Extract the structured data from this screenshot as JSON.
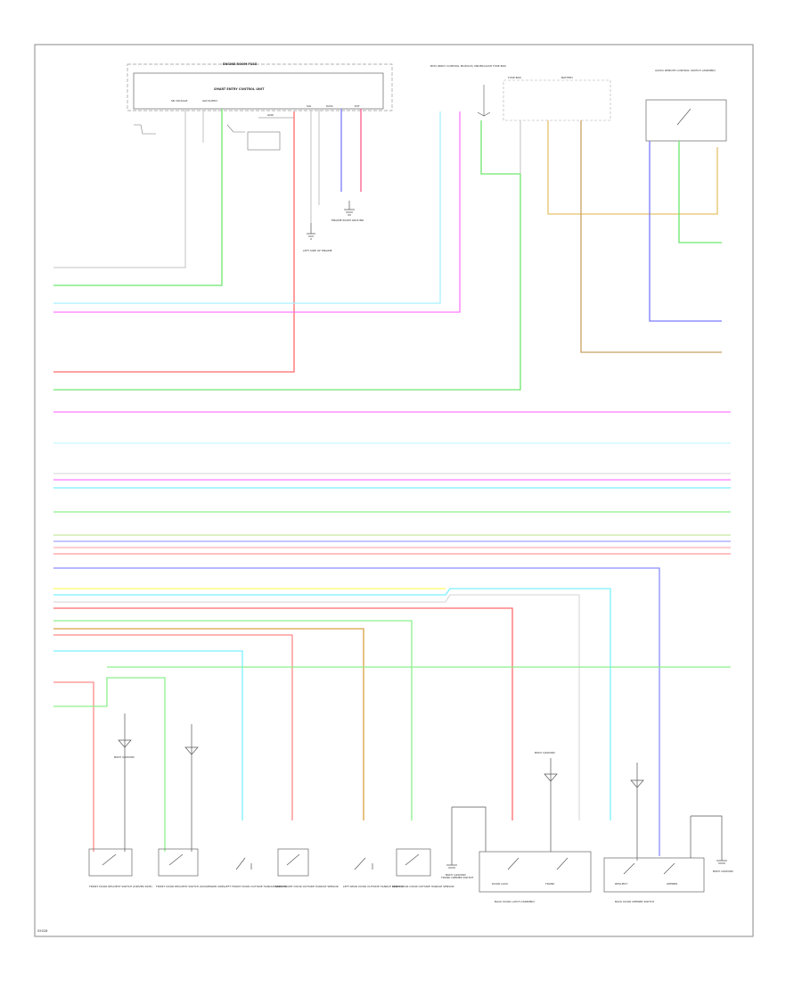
{
  "diagram": {
    "footer_code": "S5028",
    "blocks": {
      "engine_room_fuse": "ENGINE ROOM FUSE",
      "control_unit": "SMART ENTRY CONTROL UNIT",
      "top_left_pins": [
        "SB VOLTAGE",
        "IGN SUPPLY",
        "GND",
        "SIG",
        "DATA",
        "EXT"
      ],
      "ground_left": "LEFT SIDE OF ENGINE",
      "ground_mid": "ENGINE ROOM GROUND",
      "center_top": "BCM (BODY CONTROL MODULE) UNDER-DASH FUSE BOX",
      "fuse_top": "FUSE BOX",
      "fuse_top2": "BATTERY",
      "top_right": "AUDIO REMOTE CONTROL SWITCH ASSEMBLY"
    },
    "bottom_components": [
      "FRONT DOOR REQUEST SWITCH (DRIVER SIDE)",
      "FRONT DOOR REQUEST SWITCH (PASSENGER SIDE)",
      "LEFT FRONT DOOR OUTSIDE HANDLE SENSOR",
      "RIGHT FRONT DOOR OUTSIDE HANDLE SENSOR",
      "LEFT REAR DOOR OUTSIDE HANDLE SENSOR",
      "RIGHT REAR DOOR OUTSIDE HANDLE SENSOR",
      "TRUNK OPENER SWITCH",
      "BACK DOOR LATCH ASSEMBLY",
      "BACK DOOR OPENER SWITCH"
    ],
    "bottom_sub": [
      "DOOR LOCK",
      "TRUNK",
      "REQUEST",
      "OPENER"
    ],
    "grounds": [
      "BODY GROUND",
      "BODY GROUND",
      "BODY GROUND",
      "BODY GROUND"
    ]
  }
}
